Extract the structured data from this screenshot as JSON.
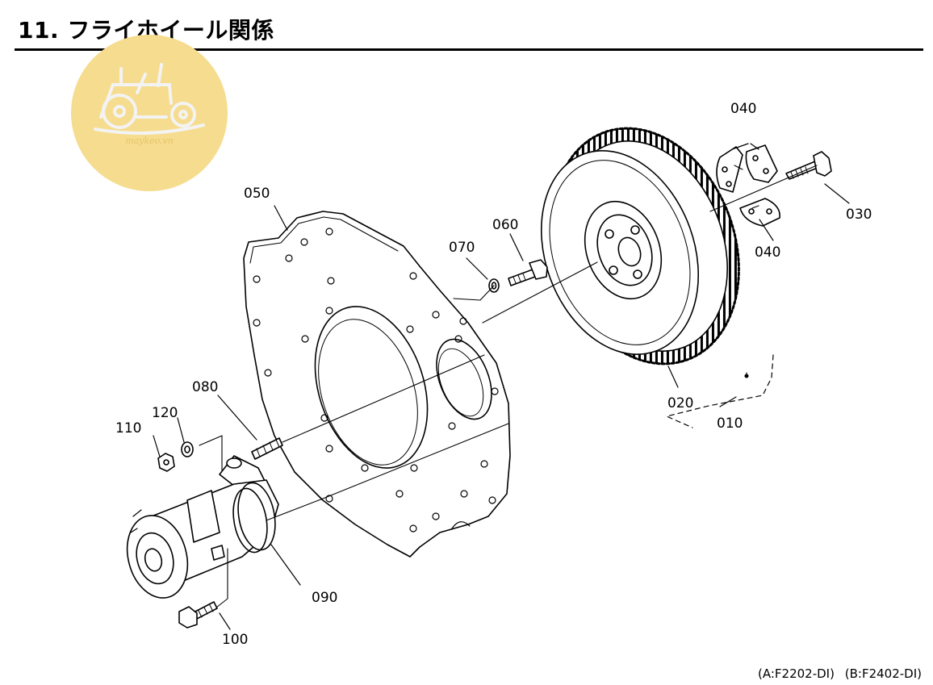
{
  "page": {
    "title": "11. フライホイール関係",
    "watermark_text": "maykeo.vn",
    "models": [
      "(A:F2202-DI)",
      "(B:F2402-DI)"
    ]
  },
  "callouts": [
    "010",
    "020",
    "030",
    "040",
    "040",
    "050",
    "060",
    "070",
    "080",
    "090",
    "100",
    "110",
    "120"
  ],
  "colors": {
    "line": "#000000",
    "watermark": "#f6dc8e",
    "watermark_ink": "#f2f2f2"
  }
}
